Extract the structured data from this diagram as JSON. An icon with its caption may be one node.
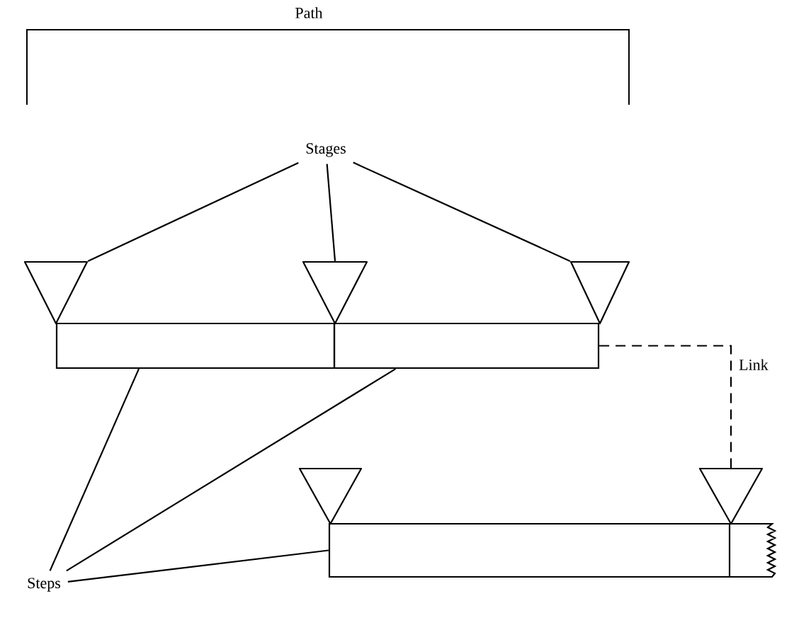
{
  "diagram": {
    "nodes": [
      {
        "text": [
          "Stages"
        ]
      },
      {
        "text": [],
        "shape": "triangle"
      },
      {
        "text": [],
        "shape": "triangle"
      },
      {
        "text": [],
        "shape": "triangle"
      },
      {
        "text": [],
        "shape": "box"
      },
      {
        "text": [],
        "shape": "box"
      },
      {
        "text": [],
        "shape": "triangle"
      },
      {
        "text": [],
        "shape": "triangle"
      },
      {
        "text": [],
        "shape": "box"
      },
      {
        "text": [],
        "shape": "box"
      },
      {
        "text": [
          "Steps"
        ]
      }
    ],
    "edges": [
      {
        "from": 0,
        "to": 1,
        "arrow": "none"
      },
      {
        "from": 0,
        "to": 2,
        "arrow": "none"
      },
      {
        "from": 0,
        "to": 3,
        "arrow": "none"
      },
      {
        "from": 10,
        "to": 4,
        "arrow": "none"
      },
      {
        "from": 10,
        "to": 5,
        "arrow": "none"
      },
      {
        "from": 10,
        "to": 8,
        "arrow": "none"
      },
      {
        "from": 5,
        "to": 7,
        "arrow": "none",
        "label": "Link",
        "style": "dashed"
      }
    ],
    "labels": [
      "Path"
    ]
  }
}
